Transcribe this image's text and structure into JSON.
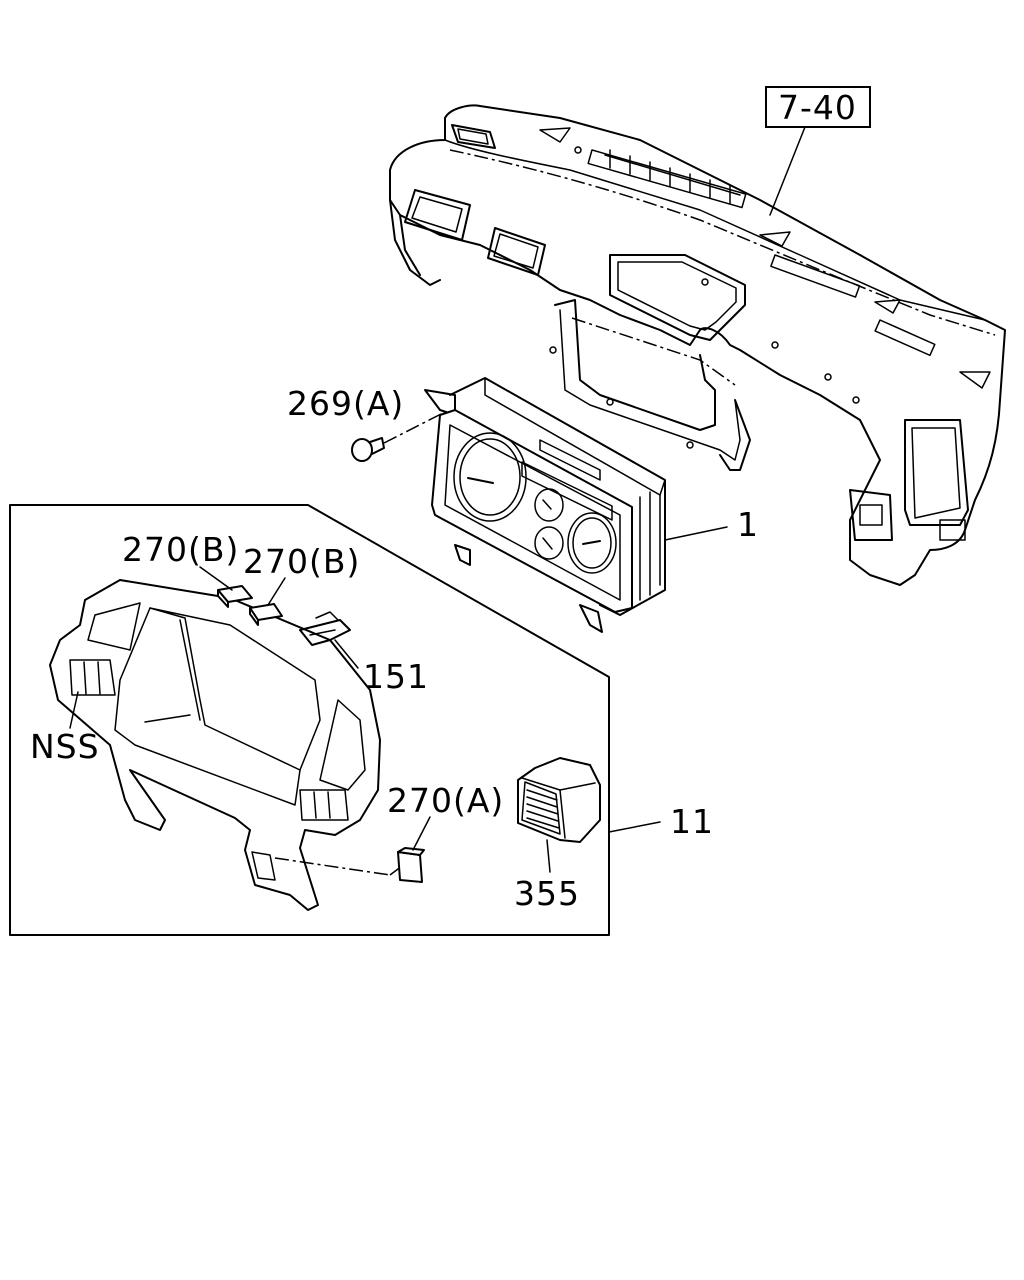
{
  "labels": {
    "ref_box": "7-40",
    "screw": "269(A)",
    "cluster": "1",
    "pad_b_left": "270(B)",
    "pad_b_right": "270(B)",
    "clip": "151",
    "nss": "NSS",
    "pad_a": "270(A)",
    "bezel_assembly": "11",
    "vent": "355"
  }
}
